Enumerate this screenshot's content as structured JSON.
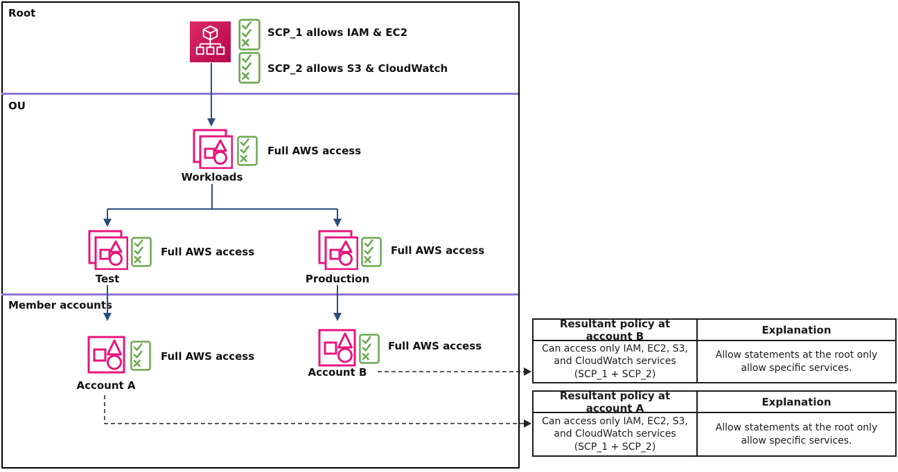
{
  "diagram_title": "AWS Organizations SCP inheritance diagram",
  "sections": {
    "root_label": "Root",
    "ou_label": "OU",
    "member_label": "Member accounts"
  },
  "root_policies": {
    "scp1": "SCP_1 allows IAM & EC2",
    "scp2": "SCP_2 allows S3 & CloudWatch"
  },
  "nodes": {
    "workloads": {
      "name": "Workloads",
      "policy": "Full AWS access"
    },
    "test": {
      "name": "Test",
      "policy": "Full AWS access"
    },
    "production": {
      "name": "Production",
      "policy": "Full AWS access"
    },
    "account_a": {
      "name": "Account A",
      "policy": "Full AWS access"
    },
    "account_b": {
      "name": "Account B",
      "policy": "Full AWS access"
    }
  },
  "tables": [
    {
      "headers": [
        "Resultant policy at account B",
        "Explanation"
      ],
      "rows": [
        [
          "Can access only IAM, EC2, S3, and CloudWatch services (SCP_1 + SCP_2)",
          "Allow statements at the root only allow specific services."
        ]
      ]
    },
    {
      "headers": [
        "Resultant policy at account A",
        "Explanation"
      ],
      "rows": [
        [
          "Can access only IAM, EC2, S3, and CloudWatch services (SCP_1 + SCP_2)",
          "Allow statements at the root only allow specific services."
        ]
      ]
    }
  ],
  "icons": {
    "organizations": "aws-organizations-icon",
    "organizational_unit": "organizational-unit-icon",
    "account": "account-icon",
    "scp_checklist": "scp-checklist-icon"
  },
  "colors": {
    "pink": "#e7157b",
    "pink_gradient_start": "#dd2a63",
    "pink_gradient_end": "#b5074e",
    "green": "#6aa84f",
    "arrow_navy": "#2b4d7e",
    "divider_purple": "#8c76d4",
    "border_black": "#000000"
  }
}
